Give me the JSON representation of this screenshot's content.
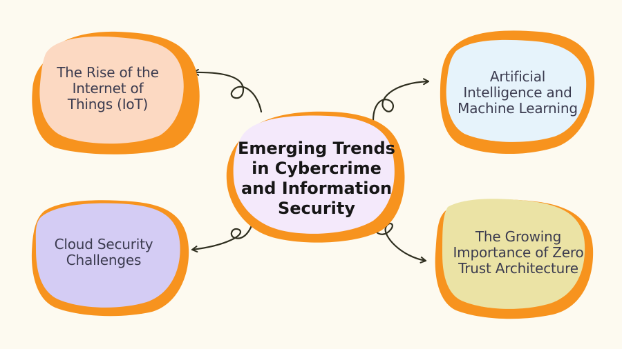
{
  "diagram": {
    "center": {
      "title": "Emerging Trends in Cybercrime and Information Security"
    },
    "nodes": [
      {
        "id": "iot",
        "label": "The Rise of the Internet of Things (IoT)",
        "fill": "#fcd9c2"
      },
      {
        "id": "ai-ml",
        "label": "Artificial Intelligence and Machine Learning",
        "fill": "#e6f3fb"
      },
      {
        "id": "cloud",
        "label": "Cloud Security Challenges",
        "fill": "#d4ccf4"
      },
      {
        "id": "zero-trust",
        "label": "The Growing Importance of Zero Trust Architecture",
        "fill": "#ebe3a5"
      }
    ]
  },
  "colors": {
    "background": "#fdfaf0",
    "blob_shadow": "#f7931e",
    "center_fill": "#f4e9fb",
    "connector": "#2e2e1f"
  }
}
